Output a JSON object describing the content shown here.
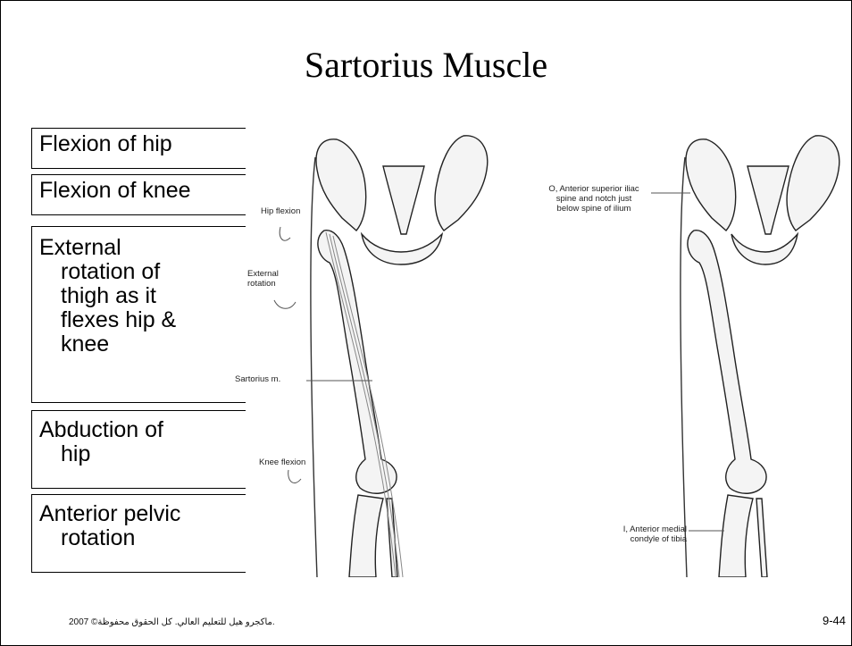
{
  "slide": {
    "title": "Sartorius Muscle",
    "actions": [
      {
        "lines": [
          "Flexion of hip"
        ]
      },
      {
        "lines": [
          "Flexion of knee"
        ]
      },
      {
        "lines": [
          "External",
          "rotation of",
          "thigh as it",
          "flexes hip &",
          "knee"
        ]
      },
      {
        "lines": [
          "Abduction of",
          "hip"
        ]
      },
      {
        "lines": [
          "Anterior pelvic",
          "rotation"
        ]
      }
    ],
    "left_figure": {
      "hip_flexion": "Hip flexion",
      "external_rotation": [
        "External",
        "rotation"
      ],
      "sartorius": "Sartorius m.",
      "knee_flexion": "Knee flexion"
    },
    "right_figure": {
      "origin": [
        "O, Anterior superior iliac",
        "spine and notch just",
        "below spine of ilium"
      ],
      "insertion": [
        "I, Anterior medial",
        "condyle of tibia"
      ]
    },
    "footer_credit": "2007 ©ماكجرو هيل للتعليم العالي. كل الحقوق محفوظة.",
    "slide_number": "9-44"
  }
}
